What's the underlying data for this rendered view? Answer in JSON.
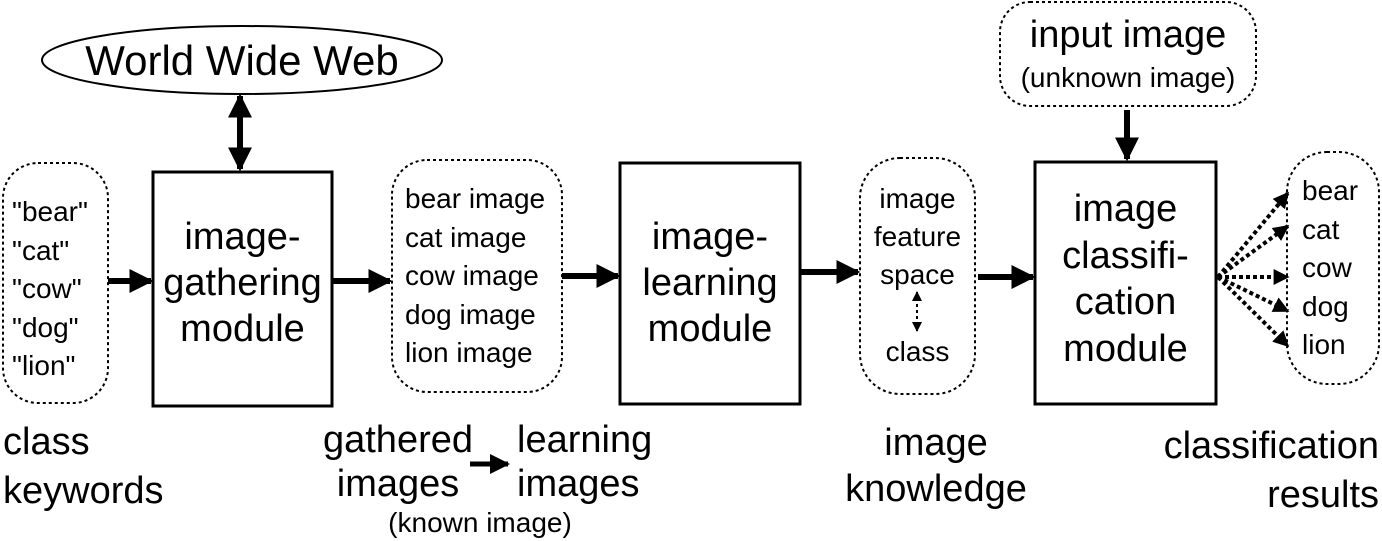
{
  "web": {
    "label": "World Wide Web"
  },
  "input": {
    "title": "input image",
    "subtitle": "(unknown image)"
  },
  "keywords": {
    "items": [
      "\"bear\"",
      "\"cat\"",
      "\"cow\"",
      "\"dog\"",
      "\"lion\""
    ]
  },
  "gathering_module": {
    "lines": [
      "image-",
      "gathering",
      "module"
    ]
  },
  "gathered": {
    "items": [
      "bear image",
      "cat image",
      "cow image",
      "dog image",
      "lion image"
    ]
  },
  "learning_module": {
    "lines": [
      "image-",
      "learning",
      "module"
    ]
  },
  "knowledge": {
    "top": [
      "image",
      "feature",
      "space"
    ],
    "bottom": "class"
  },
  "classification_module": {
    "lines": [
      "image",
      "classifi-",
      "cation",
      "module"
    ]
  },
  "results": {
    "items": [
      "bear",
      "cat",
      "cow",
      "dog",
      "lion"
    ]
  },
  "captions": {
    "class_keywords": [
      "class",
      "keywords"
    ],
    "gathered_images": [
      "gathered",
      "images"
    ],
    "learning_images": [
      "learning",
      "images"
    ],
    "known_image": "(known image)",
    "image_knowledge": [
      "image",
      "knowledge"
    ],
    "classification_results": [
      "classification",
      "results"
    ]
  }
}
